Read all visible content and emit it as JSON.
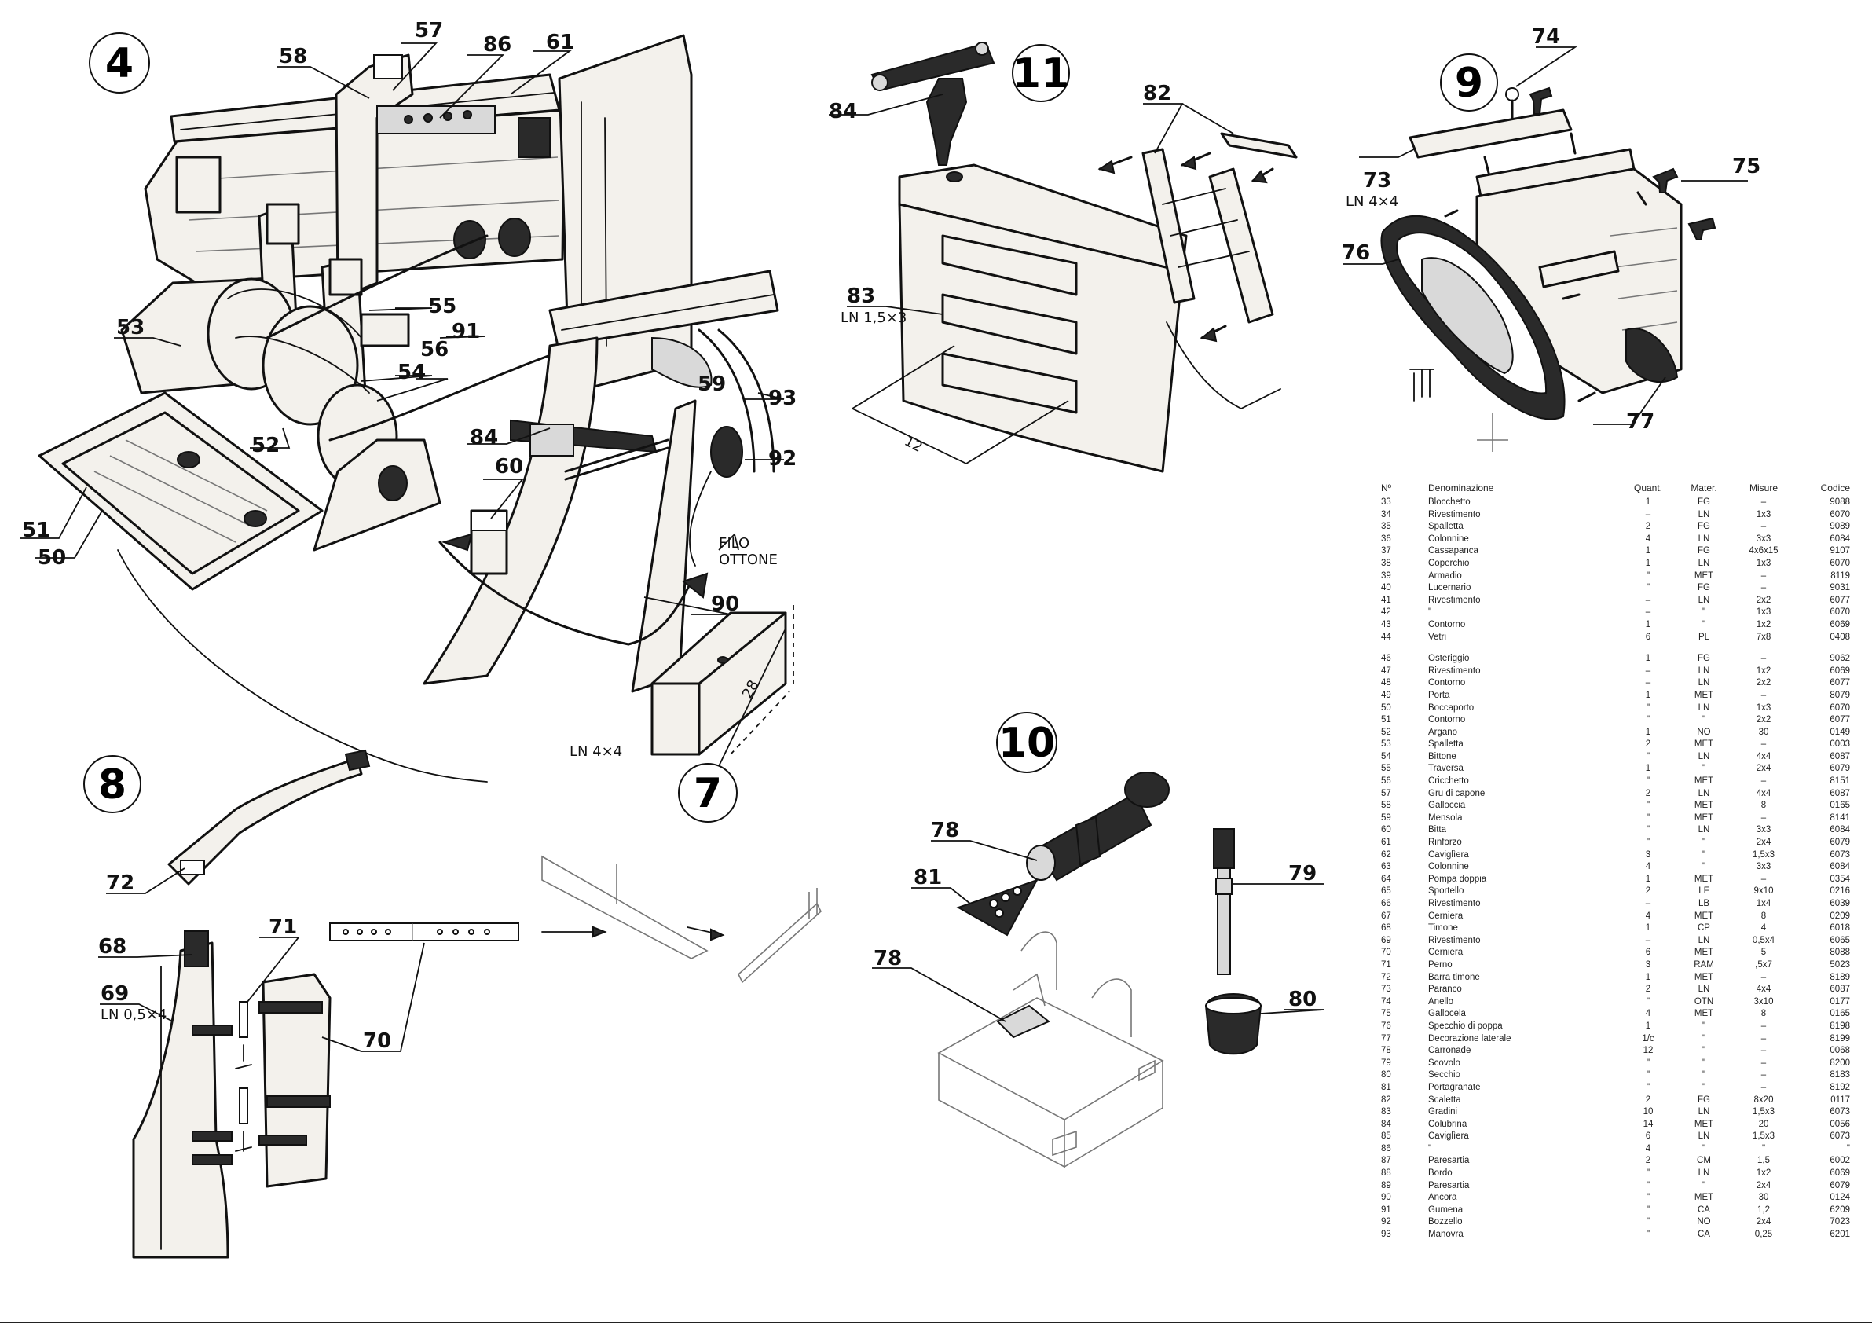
{
  "steps": {
    "s4": "4",
    "s7": "7",
    "s8": "8",
    "s9": "9",
    "s10": "10",
    "s11": "11"
  },
  "callouts": {
    "c57": "57",
    "c58": "58",
    "c86": "86",
    "c61": "61",
    "c53": "53",
    "c55": "55",
    "c91": "91",
    "c56": "56",
    "c54": "54",
    "c52": "52",
    "c51": "51",
    "c50": "50",
    "c59": "59",
    "c93": "93",
    "c84a": "84",
    "c60": "60",
    "c92": "92",
    "c90": "90",
    "c84b": "84",
    "c82": "82",
    "c83": "83",
    "c74": "74",
    "c73": "73",
    "c75": "75",
    "c76": "76",
    "c77": "77",
    "c72": "72",
    "c71": "71",
    "c68": "68",
    "c69": "69",
    "c70": "70",
    "c78a": "78",
    "c81": "81",
    "c78b": "78",
    "c79": "79",
    "c80": "80"
  },
  "notes": {
    "filo_1": "FILO",
    "filo_2": "OTTONE",
    "ln_4x4_a": "LN 4×4",
    "dim_28": "28",
    "ln_15x3": "LN 1,5×3",
    "dim_12": "12",
    "ln_4x4_b": "LN 4×4",
    "ln_05x4": "LN 0,5×4"
  },
  "table": {
    "headers": {
      "n": "Nº",
      "name": "Denominazione",
      "qty": "Quant.",
      "mat": "Mater.",
      "size": "Misure",
      "code": "Codice"
    },
    "rows_a": [
      [
        "33",
        "Blocchetto",
        "1",
        "FG",
        "–",
        "9088"
      ],
      [
        "34",
        "Rivestimento",
        "–",
        "LN",
        "1x3",
        "6070"
      ],
      [
        "35",
        "Spalletta",
        "2",
        "FG",
        "–",
        "9089"
      ],
      [
        "36",
        "Colonnine",
        "4",
        "LN",
        "3x3",
        "6084"
      ],
      [
        "37",
        "Cassapanca",
        "1",
        "FG",
        "4x6x15",
        "9107"
      ],
      [
        "38",
        "Coperchio",
        "1",
        "LN",
        "1x3",
        "6070"
      ],
      [
        "39",
        "Armadio",
        "\"",
        "MET",
        "–",
        "8119"
      ],
      [
        "40",
        "Lucernario",
        "\"",
        "FG",
        "–",
        "9031"
      ],
      [
        "41",
        "Rivestimento",
        "–",
        "LN",
        "2x2",
        "6077"
      ],
      [
        "42",
        "\"",
        "–",
        "\"",
        "1x3",
        "6070"
      ],
      [
        "43",
        "Contorno",
        "1",
        "\"",
        "1x2",
        "6069"
      ],
      [
        "44",
        "Vetri",
        "6",
        "PL",
        "7x8",
        "0408"
      ]
    ],
    "rows_b": [
      [
        "46",
        "Osteriggio",
        "1",
        "FG",
        "–",
        "9062"
      ],
      [
        "47",
        "Rivestimento",
        "–",
        "LN",
        "1x2",
        "6069"
      ],
      [
        "48",
        "Contorno",
        "–",
        "LN",
        "2x2",
        "6077"
      ],
      [
        "49",
        "Porta",
        "1",
        "MET",
        "–",
        "8079"
      ],
      [
        "50",
        "Boccaporto",
        "\"",
        "LN",
        "1x3",
        "6070"
      ],
      [
        "51",
        "Contorno",
        "\"",
        "\"",
        "2x2",
        "6077"
      ],
      [
        "52",
        "Argano",
        "1",
        "NO",
        "30",
        "0149"
      ],
      [
        "53",
        "Spalletta",
        "2",
        "MET",
        "–",
        "0003"
      ],
      [
        "54",
        "Bittone",
        "\"",
        "LN",
        "4x4",
        "6087"
      ],
      [
        "55",
        "Traversa",
        "1",
        "\"",
        "2x4",
        "6079"
      ],
      [
        "56",
        "Cricchetto",
        "\"",
        "MET",
        "–",
        "8151"
      ],
      [
        "57",
        "Gru di capone",
        "2",
        "LN",
        "4x4",
        "6087"
      ],
      [
        "58",
        "Galloccia",
        "\"",
        "MET",
        "8",
        "0165"
      ],
      [
        "59",
        "Mensola",
        "\"",
        "MET",
        "–",
        "8141"
      ],
      [
        "60",
        "Bitta",
        "\"",
        "LN",
        "3x3",
        "6084"
      ],
      [
        "61",
        "Rinforzo",
        "\"",
        "\"",
        "2x4",
        "6079"
      ],
      [
        "62",
        "Caviglìera",
        "3",
        "\"",
        "1,5x3",
        "6073"
      ],
      [
        "63",
        "Colonnine",
        "4",
        "\"",
        "3x3",
        "6084"
      ],
      [
        "64",
        "Pompa doppia",
        "1",
        "MET",
        "–",
        "0354"
      ],
      [
        "65",
        "Sportello",
        "2",
        "LF",
        "9x10",
        "0216"
      ],
      [
        "66",
        "Rivestimento",
        "–",
        "LB",
        "1x4",
        "6039"
      ],
      [
        "67",
        "Cerniera",
        "4",
        "MET",
        "8",
        "0209"
      ],
      [
        "68",
        "Timone",
        "1",
        "CP",
        "4",
        "6018"
      ],
      [
        "69",
        "Rivestimento",
        "–",
        "LN",
        "0,5x4",
        "6065"
      ],
      [
        "70",
        "Cerniera",
        "6",
        "MET",
        "5",
        "8088"
      ],
      [
        "71",
        "Perno",
        "3",
        "RAM",
        ",5x7",
        "5023"
      ],
      [
        "72",
        "Barra timone",
        "1",
        "MET",
        "–",
        "8189"
      ],
      [
        "73",
        "Paranco",
        "2",
        "LN",
        "4x4",
        "6087"
      ],
      [
        "74",
        "Anello",
        "\"",
        "OTN",
        "3x10",
        "0177"
      ],
      [
        "75",
        "Gallocela",
        "4",
        "MET",
        "8",
        "0165"
      ],
      [
        "76",
        "Specchio di poppa",
        "1",
        "\"",
        "–",
        "8198"
      ],
      [
        "77",
        "Decorazione laterale",
        "1/c",
        "\"",
        "–",
        "8199"
      ],
      [
        "78",
        "Carronade",
        "12",
        "\"",
        "–",
        "0068"
      ],
      [
        "79",
        "Scovolo",
        "\"",
        "\"",
        "–",
        "8200"
      ],
      [
        "80",
        "Secchio",
        "\"",
        "\"",
        "–",
        "8183"
      ],
      [
        "81",
        "Portagranate",
        "\"",
        "\"",
        "–",
        "8192"
      ],
      [
        "82",
        "Scaletta",
        "2",
        "FG",
        "8x20",
        "0117"
      ],
      [
        "83",
        "Gradini",
        "10",
        "LN",
        "1,5x3",
        "6073"
      ],
      [
        "84",
        "Colubrina",
        "14",
        "MET",
        "20",
        "0056"
      ],
      [
        "85",
        "Caviglìera",
        "6",
        "LN",
        "1,5x3",
        "6073"
      ],
      [
        "86",
        "\"",
        "4",
        "\"",
        "\"",
        "\""
      ],
      [
        "87",
        "Paresartia",
        "2",
        "CM",
        "1,5",
        "6002"
      ],
      [
        "88",
        "Bordo",
        "\"",
        "LN",
        "1x2",
        "6069"
      ],
      [
        "89",
        "Paresartia",
        "\"",
        "\"",
        "2x4",
        "6079"
      ],
      [
        "90",
        "Ancora",
        "\"",
        "MET",
        "30",
        "0124"
      ],
      [
        "91",
        "Gumena",
        "\"",
        "CA",
        "1,2",
        "6209"
      ],
      [
        "92",
        "Bozzello",
        "\"",
        "NO",
        "2x4",
        "7023"
      ],
      [
        "93",
        "Manovra",
        "\"",
        "CA",
        "0,25",
        "6201"
      ]
    ]
  }
}
